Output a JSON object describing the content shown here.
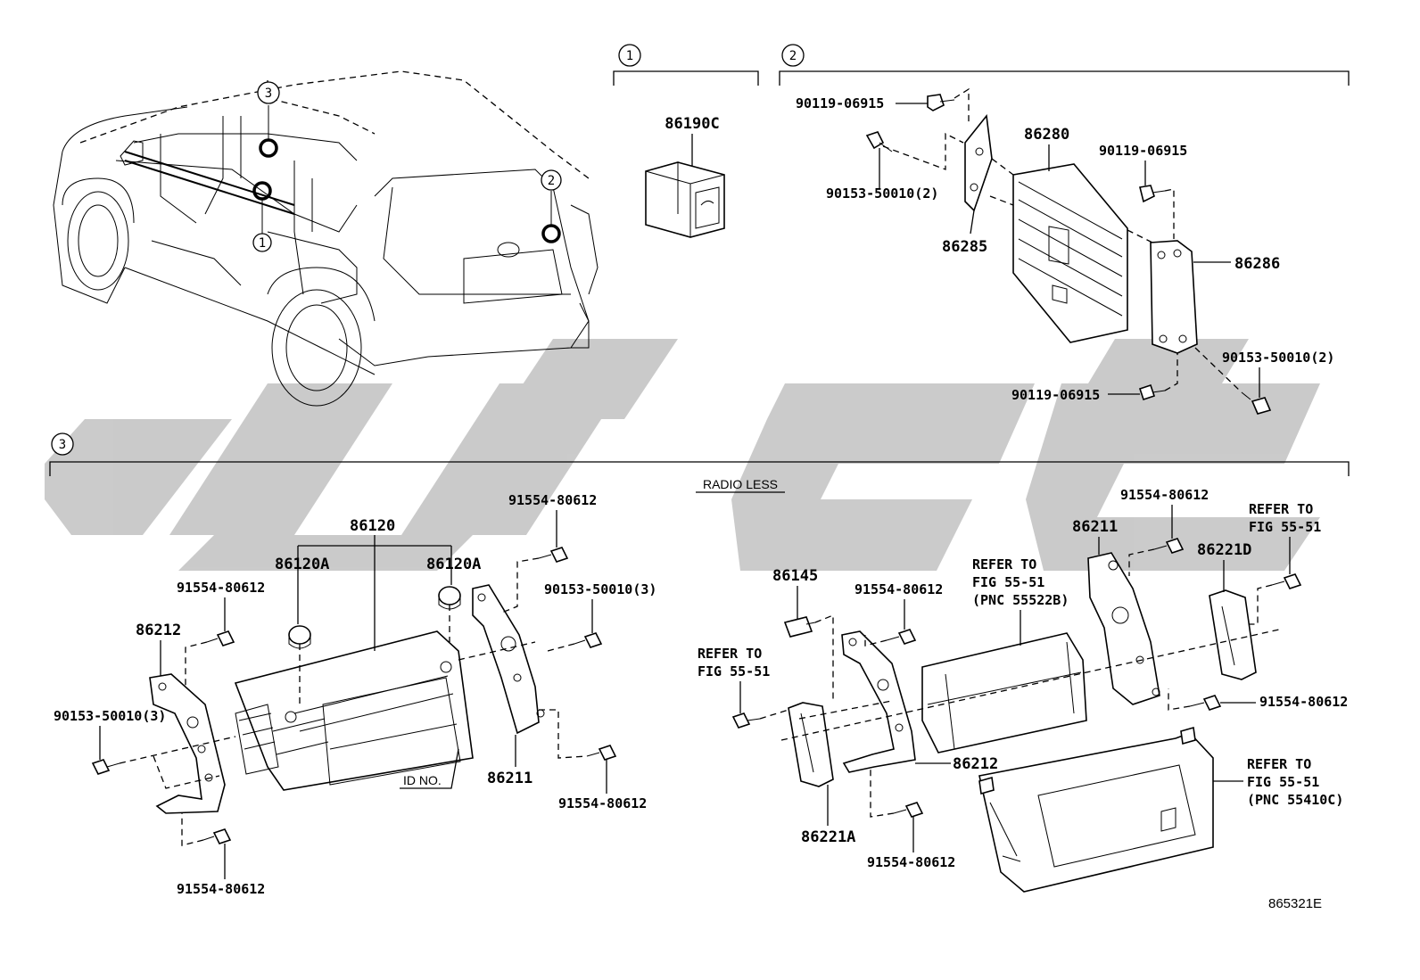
{
  "sections": [
    {
      "id": "1",
      "label": "1"
    },
    {
      "id": "2",
      "label": "2"
    },
    {
      "id": "3",
      "label": "3"
    }
  ],
  "vehicle_callouts": [
    "3",
    "1",
    "2"
  ],
  "section1": {
    "parts": [
      "86190C"
    ]
  },
  "section2": {
    "parts": {
      "p86280": "86280",
      "p86285": "86285",
      "p86286": "86286",
      "bolt_a": "90119-06915",
      "bolt_b": "90119-06915",
      "bolt_c": "90119-06915",
      "screw_a": "90153-50010(2)",
      "screw_b": "90153-50010(2)"
    }
  },
  "section3": {
    "heading": "RADIO LESS",
    "left": {
      "p86120": "86120",
      "p86120a_l": "86120A",
      "p86120a_r": "86120A",
      "p86212": "86212",
      "p86211": "86211",
      "s1": "91554-80612",
      "s2": "91554-80612",
      "s3": "91554-80612",
      "s4": "91554-80612",
      "b1": "90153-50010(3)",
      "b2": "90153-50010(3)",
      "id_no": "ID NO."
    },
    "right": {
      "p86145": "86145",
      "p86211": "86211",
      "p86212": "86212",
      "p86221a": "86221A",
      "p86221d": "86221D",
      "s1": "91554-80612",
      "s2": "91554-80612",
      "s3": "91554-80612",
      "s4": "91554-80612",
      "ref1_l1": "REFER TO",
      "ref1_l2": "FIG 55-51",
      "ref2_l1": "REFER TO",
      "ref2_l2": "FIG 55-51",
      "ref2_l3": "(PNC 55522B)",
      "ref3_l1": "REFER TO",
      "ref3_l2": "FIG 55-51",
      "ref4_l1": "REFER TO",
      "ref4_l2": "FIG 55-51",
      "ref4_l3": "(PNC 55410C)"
    }
  },
  "figure_id": "865321E",
  "colors": {
    "watermark": "#c8c8c8",
    "ink": "#000000",
    "paper": "#ffffff"
  }
}
